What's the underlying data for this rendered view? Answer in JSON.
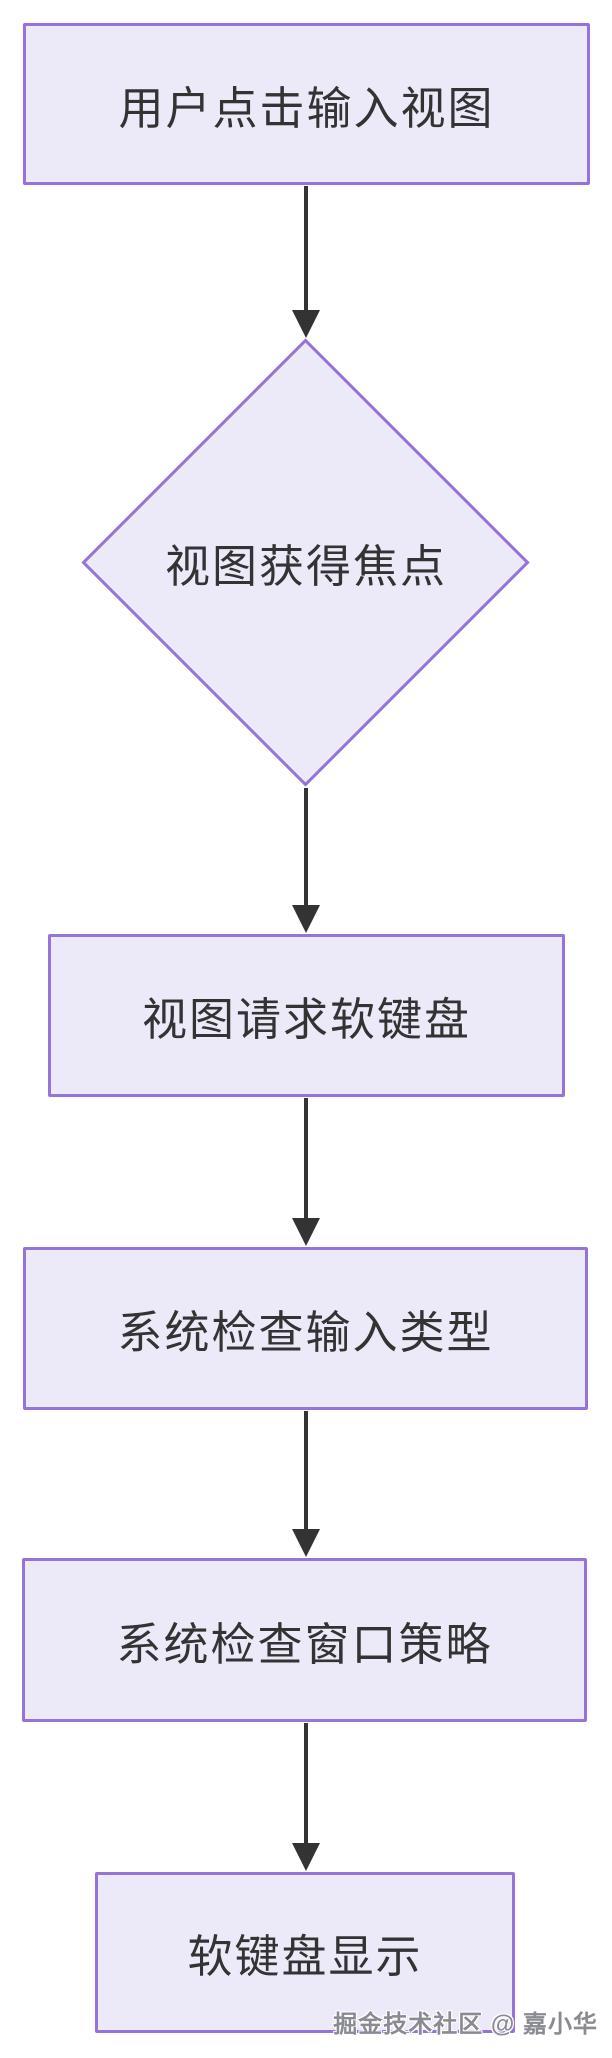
{
  "diagram": {
    "type": "flowchart",
    "direction": "top-down",
    "colors": {
      "background": "#ffffff",
      "node_fill": "#eceaf9",
      "node_border": "#9673d9",
      "node_text": "#333333",
      "arrow": "#333333",
      "watermark": "#8a8a93"
    },
    "nodes": [
      {
        "id": "user-click-input-view",
        "shape": "rect",
        "label": "用户点击输入视图"
      },
      {
        "id": "view-gains-focus",
        "shape": "diamond",
        "label": "视图获得焦点"
      },
      {
        "id": "view-requests-soft-keyboard",
        "shape": "rect",
        "label": "视图请求软键盘"
      },
      {
        "id": "system-checks-input-type",
        "shape": "rect",
        "label": "系统检查输入类型"
      },
      {
        "id": "system-checks-window-policy",
        "shape": "rect",
        "label": "系统检查窗口策略"
      },
      {
        "id": "soft-keyboard-shown",
        "shape": "rect",
        "label": "软键盘显示"
      }
    ],
    "edges": [
      {
        "from": "user-click-input-view",
        "to": "view-gains-focus"
      },
      {
        "from": "view-gains-focus",
        "to": "view-requests-soft-keyboard"
      },
      {
        "from": "view-requests-soft-keyboard",
        "to": "system-checks-input-type"
      },
      {
        "from": "system-checks-input-type",
        "to": "system-checks-window-policy"
      },
      {
        "from": "system-checks-window-policy",
        "to": "soft-keyboard-shown"
      }
    ],
    "watermark": "掘金技术社区 @ 嘉小华"
  }
}
